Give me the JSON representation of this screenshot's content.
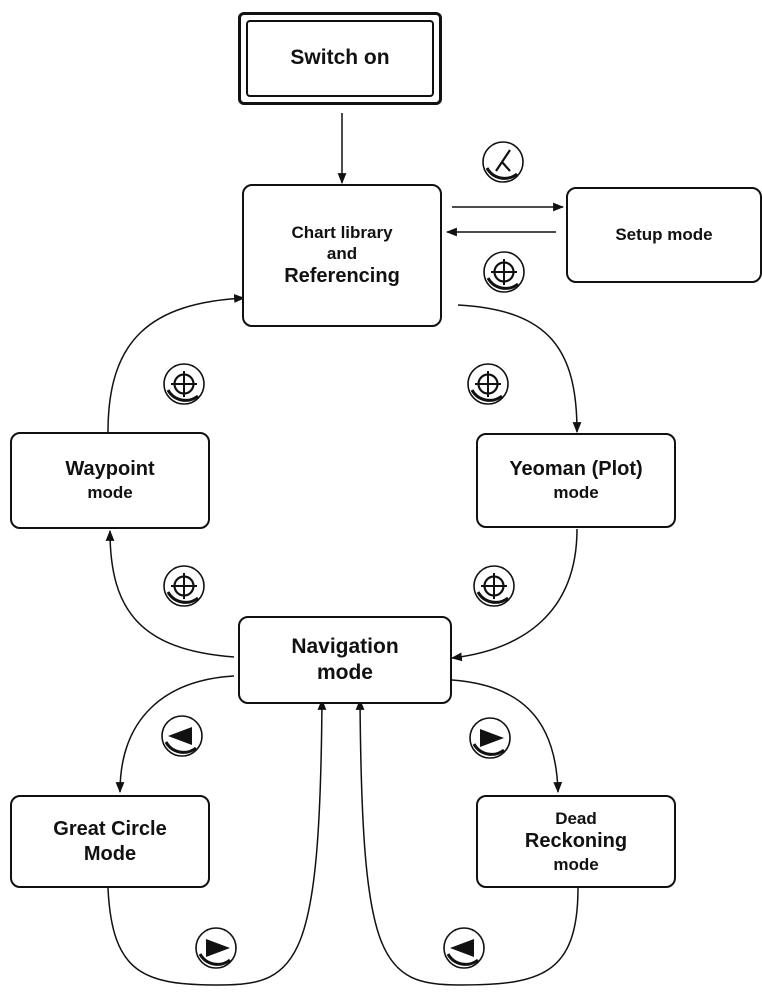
{
  "nodes": {
    "switch_on": {
      "line1": "Switch on"
    },
    "chart_library": {
      "line1": "Chart library",
      "line2": "and",
      "line3": "Referencing"
    },
    "setup_mode": {
      "line1": "Setup mode"
    },
    "waypoint_mode": {
      "line1": "Waypoint",
      "line2": "mode"
    },
    "yeoman_mode": {
      "line1": "Yeoman (Plot)",
      "line2": "mode"
    },
    "navigation_mode": {
      "line1": "Navigation",
      "line2": "mode"
    },
    "great_circle_mode": {
      "line1": "Great Circle",
      "line2": "Mode"
    },
    "dead_reckoning_mode": {
      "line1": "Dead",
      "line2": "Reckoning",
      "line3": "mode"
    }
  },
  "buttons": {
    "setup_key": "setup-key-icon",
    "enter_key": "crosshair-enter-icon",
    "left_arrow_key": "left-arrow-key-icon",
    "right_arrow_key": "right-arrow-key-icon"
  },
  "colors": {
    "ink": "#111111",
    "background": "#ffffff"
  }
}
